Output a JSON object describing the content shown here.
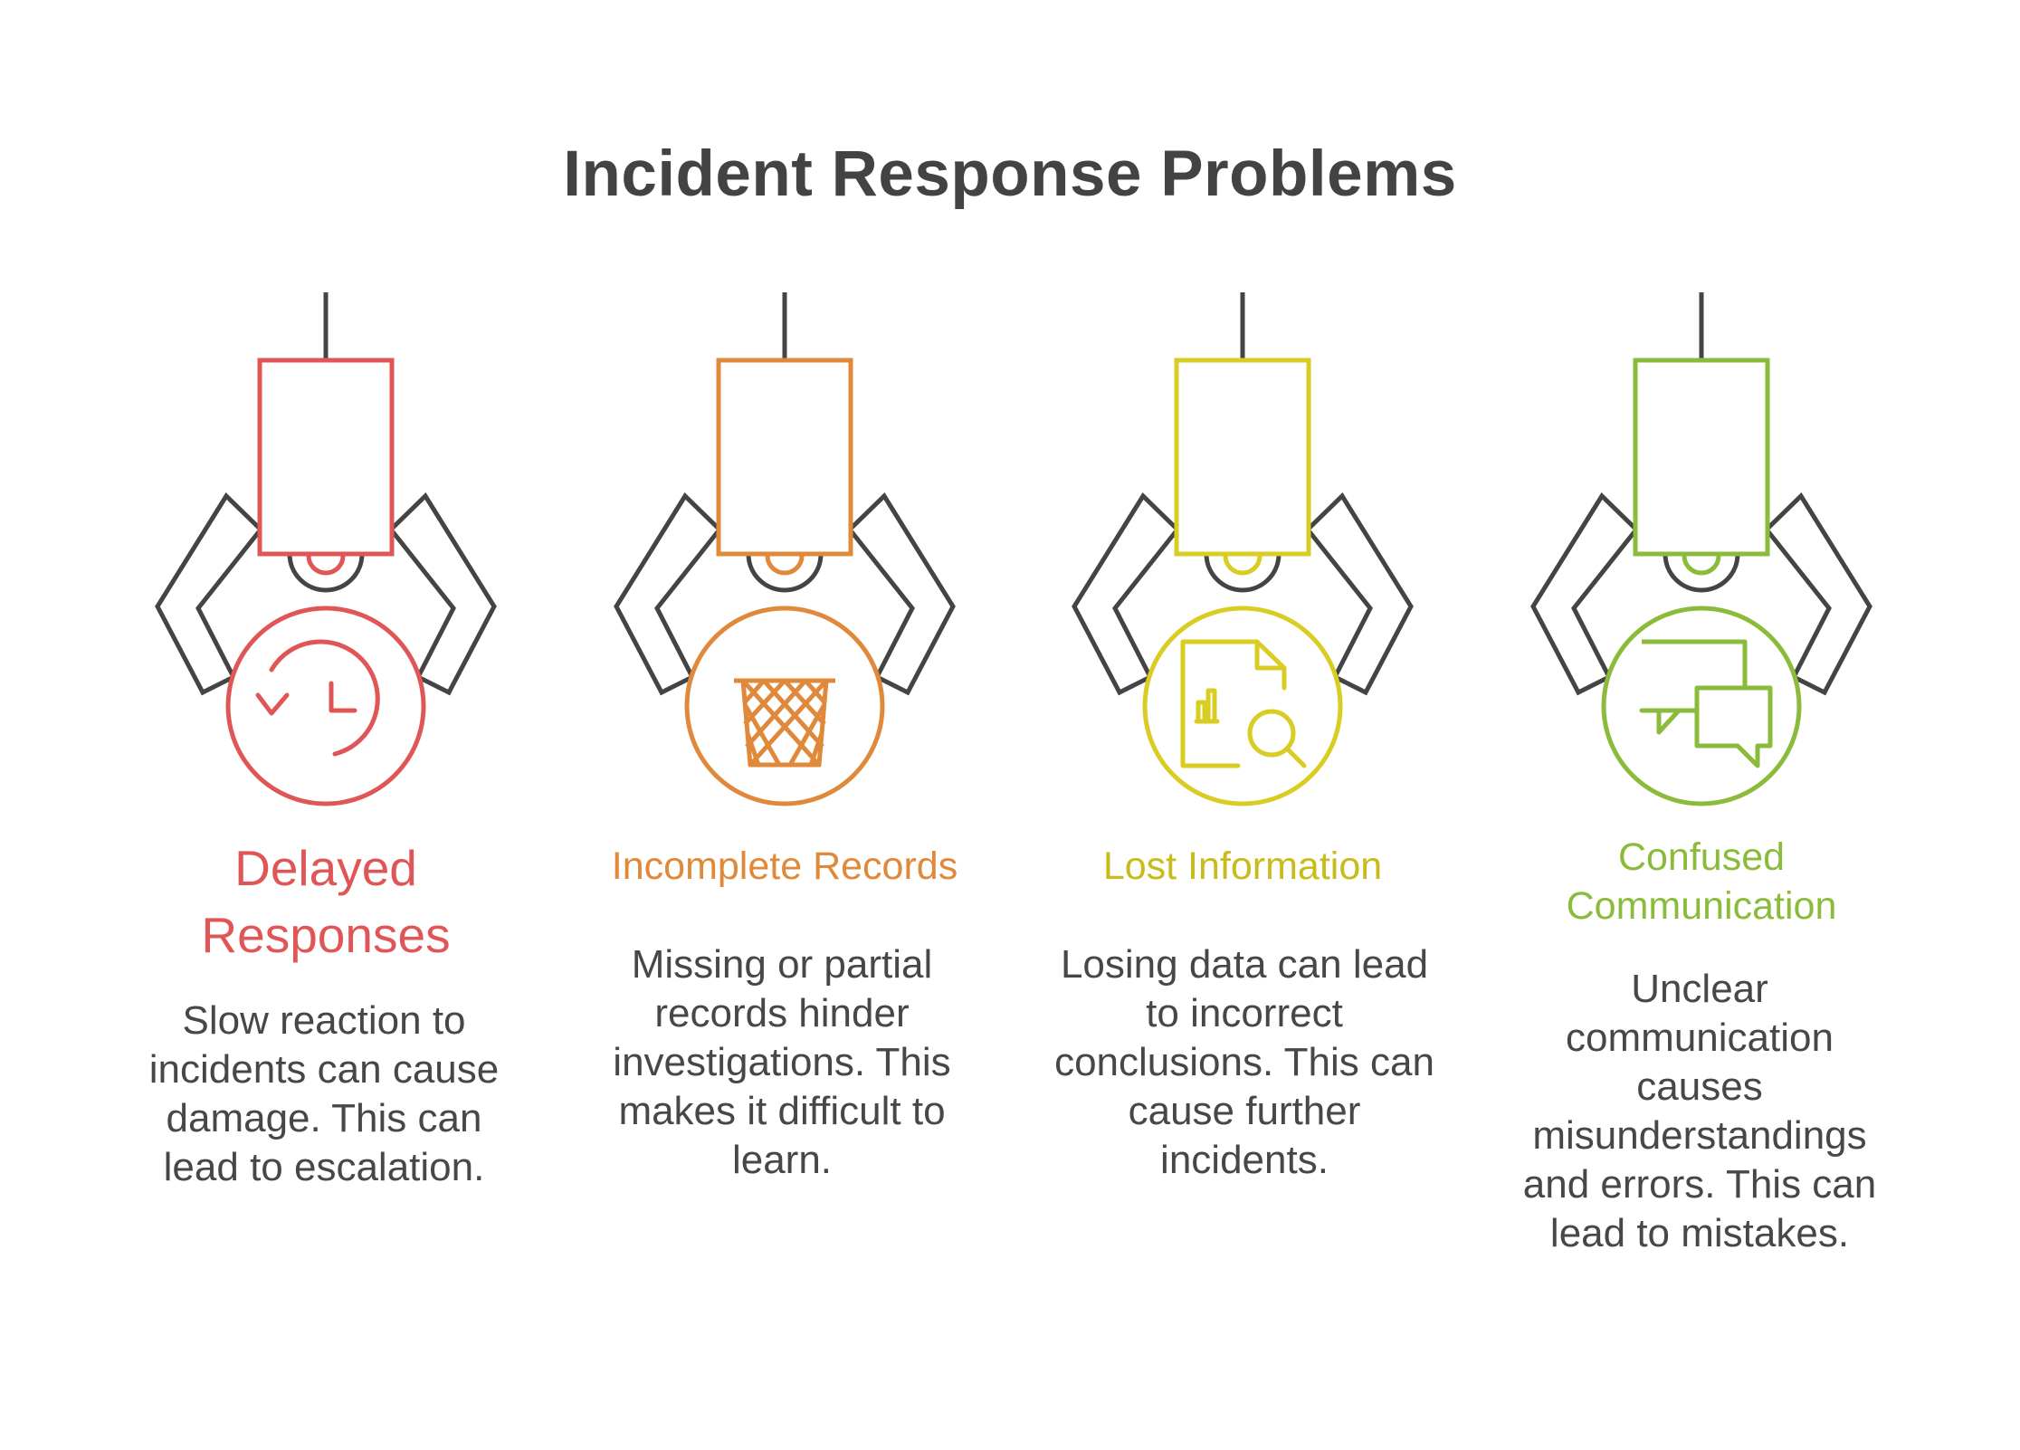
{
  "title": "Incident Response Problems",
  "colors": {
    "claw": "#444444",
    "title": "#434343",
    "text": "#474747"
  },
  "items": [
    {
      "heading": "Delayed Responses",
      "description": "Slow reaction to incidents can cause damage. This can lead to escalation.",
      "color": "#E05656",
      "icon": "clock-history-icon"
    },
    {
      "heading": "Incomplete Records",
      "description": "Missing or partial records hinder investigations. This makes it difficult to learn.",
      "color": "#E0893A",
      "icon": "wastebasket-icon"
    },
    {
      "heading": "Lost Information",
      "description": "Losing data can lead to incorrect conclusions. This can cause further incidents.",
      "color": "#D9CC22",
      "icon": "document-search-icon"
    },
    {
      "heading": "Confused Communication",
      "description": "Unclear communication causes misunderstandings and errors. This can lead to mistakes.",
      "color": "#8BBB3B",
      "icon": "chat-bubbles-icon"
    }
  ]
}
